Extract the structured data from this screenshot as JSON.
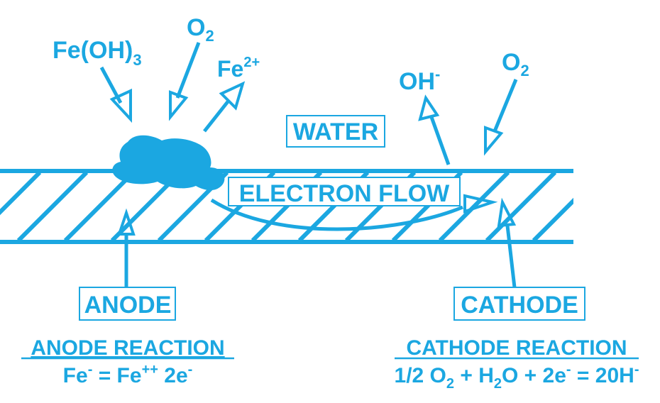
{
  "labels": {
    "feoh3": "Fe(OH)",
    "feoh3_sub": "3",
    "o2_left": "O",
    "o2_left_sub": "2",
    "fe2plus": "Fe",
    "fe2plus_sup": "2+",
    "oh": "OH",
    "oh_sup": "-",
    "o2_right": "O",
    "o2_right_sub": "2",
    "water": "WATER",
    "electron_flow": "ELECTRON FLOW",
    "anode": "ANODE",
    "cathode": "CATHODE"
  },
  "anode_reaction": {
    "title": "ANODE REACTION",
    "t1": "Fe",
    "t1_sup": "-",
    "t2": " = Fe",
    "t2_sup": "++",
    "t3": " 2e",
    "t3_sup": "-"
  },
  "cathode_reaction": {
    "title": "CATHODE REACTION",
    "t1": "1/2 O",
    "t1_sub": "2",
    "t2": " + H",
    "t2_sub": "2",
    "t3": "O + 2e",
    "t3_sup": "-",
    "t4": " = 20H",
    "t4_sup": "-"
  },
  "colors": {
    "accent": "#1ba7e1",
    "background": "#ffffff"
  }
}
